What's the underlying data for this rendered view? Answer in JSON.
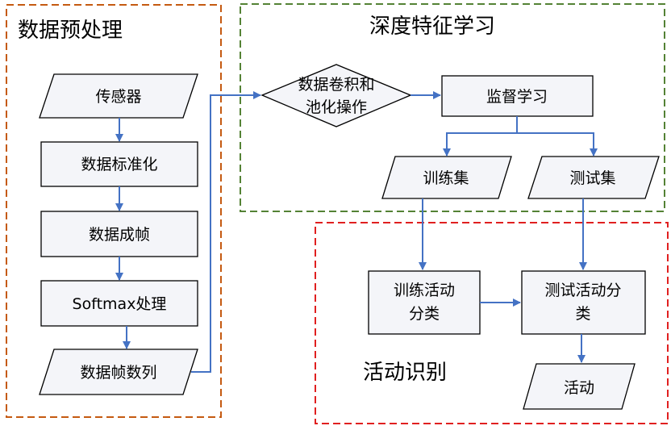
{
  "colors": {
    "preprocess_border": "#c55a11",
    "deep_border": "#548235",
    "activity_border": "#e02020",
    "connector": "#4472c4",
    "node_fill": "#f4f5f9",
    "node_stroke": "#000000"
  },
  "groups": {
    "preprocess": {
      "title": "数据预处理"
    },
    "deep": {
      "title": "深度特征学习"
    },
    "activity": {
      "title": "活动识别"
    }
  },
  "nodes": {
    "sensor": {
      "label": "传感器"
    },
    "standardize": {
      "label": "数据标准化"
    },
    "framing": {
      "label": "数据成帧"
    },
    "softmax": {
      "label": "Softmax处理"
    },
    "frame_series": {
      "label": "数据帧数列"
    },
    "conv_pool": {
      "label_line1": "数据卷积和",
      "label_line2": "池化操作"
    },
    "supervised": {
      "label": "监督学习"
    },
    "train_set": {
      "label": "训练集"
    },
    "test_set": {
      "label": "测试集"
    },
    "train_classify": {
      "label_line1": "训练活动",
      "label_line2": "分类"
    },
    "test_classify": {
      "label_line1": "测试活动分",
      "label_line2": "类"
    },
    "activity": {
      "label": "活动"
    }
  }
}
